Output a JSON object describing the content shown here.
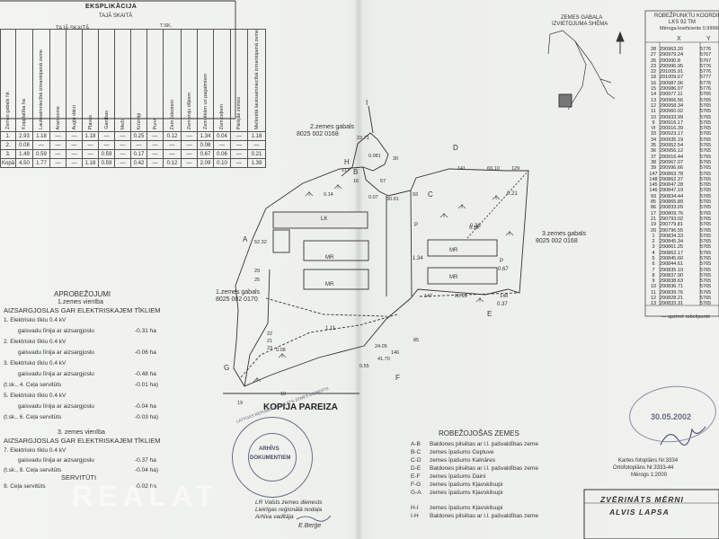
{
  "explication": {
    "title": "EKSPLIKĀCIJA",
    "subtitle": "TAJĀ SKAITĀ",
    "sub2": "TAJĀ SKAITĀ",
    "tsk": "T.SK.",
    "columns": [
      "Zemes gabals Nr.",
      "Kopplatība ha",
      "Lauksaimniecībā izmantojamā zeme",
      "Aramzeme",
      "Augļu dārzi",
      "Pļavas",
      "Ganības",
      "Meži",
      "Krūmāji",
      "Purvi",
      "Zem ūdeņiem",
      "Zem zivju dīķiem",
      "Zem ēkām un pagalmiem",
      "Zem ceļiem",
      "Pārējās zemes",
      "Meliorētā lauksaimniecībā izmantojamā zeme"
    ],
    "rows": [
      [
        "1.",
        "2.93",
        "1.18",
        "—",
        "—",
        "1.18",
        "—",
        "—",
        "0.25",
        "—",
        "0.12",
        "—",
        "1.34",
        "0.04",
        "—",
        "1.18"
      ],
      [
        "2.",
        "0.08",
        "—",
        "—",
        "—",
        "—",
        "—",
        "—",
        "—",
        "—",
        "—",
        "—",
        "0.08",
        "—",
        "—",
        "—"
      ],
      [
        "3.",
        "1.49",
        "0.59",
        "—",
        "—",
        "—",
        "0.59",
        "—",
        "0.17",
        "—",
        "—",
        "—",
        "0.67",
        "0.06",
        "—",
        "0.21"
      ],
      [
        "Kopā",
        "4.50",
        "1.77",
        "—",
        "—",
        "1.18",
        "0.59",
        "—",
        "0.42",
        "—",
        "0.12",
        "—",
        "2.09",
        "0.10",
        "—",
        "1.39"
      ]
    ]
  },
  "scheme": {
    "title": "ZEMES GABALA",
    "title2": "IZVIETOJUMA SHĒMA"
  },
  "coords": {
    "title": "ROBEŽPUNKTU KOORDINĀTAS",
    "subtitle": "LKS 92 TM",
    "subtitle2": "Mēroga koeficients 0.99960",
    "col_x": "X",
    "col_y": "Y",
    "rows": [
      [
        "28",
        "290963.20",
        "5776"
      ],
      [
        "27",
        "290979.24",
        "5767"
      ],
      [
        "26",
        "290990.8",
        "5767"
      ],
      [
        "23",
        "290996.95",
        "5776"
      ],
      [
        "22",
        "291005.91",
        "5776"
      ],
      [
        "18",
        "291009.67",
        "5777"
      ],
      [
        "16",
        "290987.06",
        "5776"
      ],
      [
        "15",
        "290986.07",
        "5776"
      ],
      [
        "14",
        "290977.11",
        "5765"
      ],
      [
        "13",
        "290966.56",
        "5765"
      ],
      [
        "12",
        "290958.34",
        "5765"
      ],
      [
        "11",
        "290960.02",
        "5765"
      ],
      [
        "10",
        "290933.99",
        "5765"
      ],
      [
        "9",
        "290916.17",
        "5765"
      ],
      [
        "VI",
        "290916.39",
        "5765"
      ],
      [
        "33",
        "290923.17",
        "5765"
      ],
      [
        "34",
        "290935.19",
        "5765"
      ],
      [
        "35",
        "290952.54",
        "5765"
      ],
      [
        "36",
        "290956.12",
        "5765"
      ],
      [
        "37",
        "290916.44",
        "5765"
      ],
      [
        "38",
        "290967.07",
        "5765"
      ],
      [
        "39",
        "290996.66",
        "5765"
      ],
      [
        "147",
        "290863.78",
        "5765"
      ],
      [
        "148",
        "290862.37",
        "5765"
      ],
      [
        "145",
        "290847.28",
        "5765"
      ],
      [
        "146",
        "290847.19",
        "5765"
      ],
      [
        "93",
        "290834.44",
        "5765"
      ],
      [
        "85",
        "290865.89",
        "5765"
      ],
      [
        "86",
        "290833.09",
        "5765"
      ],
      [
        "17",
        "290809.76",
        "5765"
      ],
      [
        "21",
        "290793.02",
        "5765"
      ],
      [
        "19",
        "290779.81",
        "5765"
      ],
      [
        "20",
        "290796.55",
        "5765"
      ],
      [
        "1",
        "290834.33",
        "5765"
      ],
      [
        "2",
        "290845.34",
        "5765"
      ],
      [
        "3",
        "290861.25",
        "5765"
      ],
      [
        "4",
        "290862.17",
        "5765"
      ],
      [
        "5",
        "290845.60",
        "5765"
      ],
      [
        "6",
        "290844.61",
        "5765"
      ],
      [
        "7",
        "290835.10",
        "5765"
      ],
      [
        "8",
        "290837.90",
        "5765"
      ],
      [
        "9",
        "290838.63",
        "5765"
      ],
      [
        "10",
        "290836.71",
        "5765"
      ],
      [
        "11",
        "290839.76",
        "5765"
      ],
      [
        "12",
        "290828.21",
        "5765"
      ],
      [
        "13",
        "290833.31",
        "5765"
      ]
    ],
    "footer": "— apzīmē robežpunkt"
  },
  "plan": {
    "parcel2": "2.zemes gabals",
    "parcel2_code": "8025 002 0168",
    "parcel3": "3.zemes gabals",
    "parcel3_code": "8025 002 0168",
    "parcel1": "1.zemes gabals",
    "parcel1_code": "8025 002 0170",
    "letters": {
      "A": "A",
      "B": "B",
      "C": "C",
      "D": "D",
      "E": "E",
      "F": "F",
      "G": "G",
      "H": "H",
      "I": "I"
    },
    "labels": [
      "MR",
      "MR",
      "MR",
      "MR",
      "LK",
      "P",
      "P",
      "1.11",
      "1.34",
      "0.36",
      "0.67",
      "0.37",
      "0.21"
    ],
    "dims": [
      "141",
      "69.10",
      "129",
      "93",
      "30.91",
      "147",
      "80.99",
      "148",
      "85",
      "24.05",
      "146",
      "41.70",
      "0.55",
      "117",
      "23.71",
      "52.32",
      "29",
      "25",
      "22",
      "21",
      "23",
      "19",
      "18",
      "30",
      "16",
      "57",
      "0.14",
      "0.07",
      "0.081",
      "0.38",
      "0.08"
    ]
  },
  "restrictions": {
    "title": "APROBEŽOJUMI",
    "sub1": "1.zemes vienība",
    "sec1": "AIZSARGJOSLAS GAR ELEKTRISKAJEM TĪKLIEM",
    "items1": [
      {
        "label": "1. Elektrisko tīklu 0.4 kV",
        "value": ""
      },
      {
        "label": "gaisvadu līnija ar aizsargjoslu",
        "value": "-0.31 ha"
      },
      {
        "label": "2. Elektrisko tīklu 0.4 kV",
        "value": ""
      },
      {
        "label": "gaisvadu līnija ar aizsargjoslu",
        "value": "-0.06 ha"
      },
      {
        "label": "3. Elektrisko tīklu 0.4 kV",
        "value": ""
      },
      {
        "label": "gaisvadu līnija ar aizsargjoslu",
        "value": "-0.48 ha"
      },
      {
        "label": "(t.sk., 4. Ceļa servitūts",
        "value": "-0.01 ha)"
      },
      {
        "label": "5. Elektrisko tīklu 0.4 kV",
        "value": ""
      },
      {
        "label": "gaisvadu līnija ar aizsargjoslu",
        "value": "-0.04 ha"
      },
      {
        "label": "(t.sk., 6. Ceļa servitūts",
        "value": "-0.03 ha)"
      }
    ],
    "sub3": "3. zemes vienība",
    "sec3": "AIZSARGJOSLAS GAR ELEKTRISKAJEM TĪKLIEM",
    "items3": [
      {
        "label": "7. Elektrisko tīklu 0.4 kV",
        "value": ""
      },
      {
        "label": "gaisvadu līnija ar aizsargjoslu",
        "value": "-0.37 ha"
      },
      {
        "label": "(t.sk., 8. Ceļa servitūts",
        "value": "-0.04 ha)"
      }
    ],
    "servitudes_title": "SERVITŪTI",
    "servitudes": [
      {
        "label": "9. Ceļa servitūts",
        "value": "-0.02 ha"
      }
    ]
  },
  "copy_stamp": "KOPIJA PAREIZA",
  "archive": {
    "ring": "LATVIJAS REPUBLIKAS VALSTS ZEMES DIENESTS",
    "center1": "ARHĪVS",
    "center2": "DOKUMENTIEM",
    "line1": "LR Valsts zemes dienests",
    "line2": "Lielrīgas reģionālā nodaļa",
    "line3": "Arhīva vadītāja",
    "signature": "E.Berģe"
  },
  "boundaries": {
    "title": "ROBEŽOJOŠAS ZEMES",
    "items": [
      {
        "code": "A-B",
        "text": "Baldones pilsētas ar l.l. pašvaldības zeme"
      },
      {
        "code": "B-C",
        "text": "zemes īpašums Ceptuve"
      },
      {
        "code": "C-D",
        "text": "zemes īpašums Kalnāres"
      },
      {
        "code": "D-E",
        "text": "Baldones pilsētas ar l.l. pašvaldības zeme"
      },
      {
        "code": "E-F",
        "text": "zemes īpašums Daini"
      },
      {
        "code": "F-G",
        "text": "zemes īpašums Kļavskilsupi"
      },
      {
        "code": "G-A",
        "text": "zemes īpašums Kļavskilsupi"
      },
      {
        "code": "H-I",
        "text": "zemes īpašums Kļavskilsupi"
      },
      {
        "code": "I-H",
        "text": "Baldones pilsētas ar l.l. pašvaldības zeme"
      }
    ]
  },
  "map_info": {
    "line1": "Kartes fotoplāns Nr.3334",
    "line2": "Ortofotoplāns Nr.3333-44",
    "line3": "Mērogs 1:2000"
  },
  "surveyor": {
    "line1": "ZVĒRINĀTS MĒRNI",
    "line2": "ALVIS LAPSA"
  },
  "date_stamp": "30.05.2002",
  "watermark": "REALAT"
}
